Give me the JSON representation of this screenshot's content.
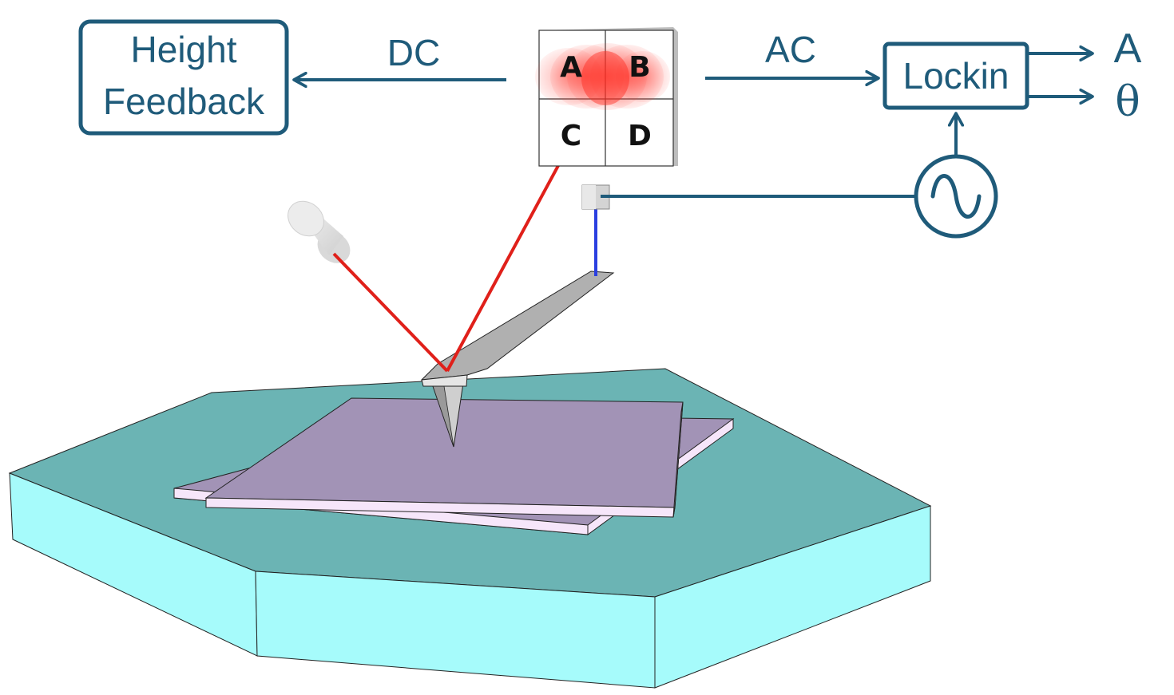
{
  "colors": {
    "signal": "#1f5b7a",
    "laser": "#e0201a",
    "stage_top": "#6bb4b4",
    "stage_side": "#a6fbfb",
    "sample_top": "#a293b6",
    "sample_edge": "#f6e6fa",
    "cantilever": "#b0b0b0",
    "piezo_line": "#2a3fe0"
  },
  "height_feedback": {
    "line1": "Height",
    "line2": "Feedback"
  },
  "dc_label": "DC",
  "ac_label": "AC",
  "lockin_label": "Lockin",
  "output_amplitude": "A",
  "output_phase": "θ",
  "photodiode": {
    "quadrants": [
      "A",
      "B",
      "C",
      "D"
    ]
  },
  "oscillator_icon": "sine-wave-source-icon",
  "laser_icon": "laser-source-icon"
}
